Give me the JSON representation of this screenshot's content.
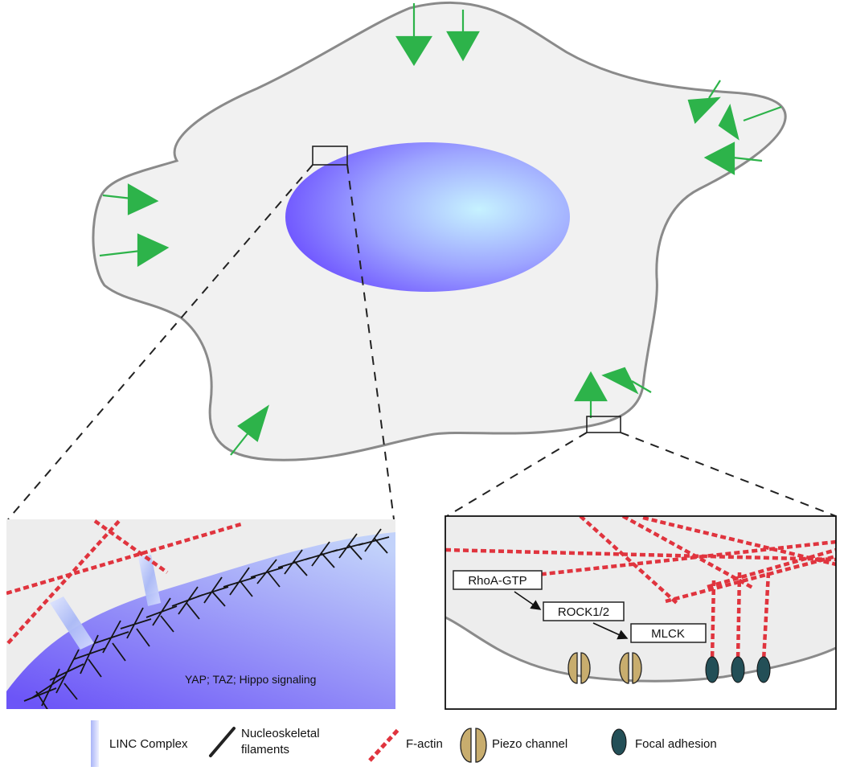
{
  "labels": {
    "nucleus_signaling": "YAP; TAZ; Hippo signaling",
    "rhoa": "RhoA-GTP",
    "rock": "ROCK1/2",
    "mlck": "MLCK"
  },
  "legend": {
    "linc": "LINC Complex",
    "nucleoskeletal_line1": "Nucleoskeletal",
    "nucleoskeletal_line2": "filaments",
    "factin": "F-actin",
    "piezo": "Piezo channel",
    "focal": "Focal adhesion"
  },
  "colors": {
    "arrow": "#2db34a",
    "factin": "#e0343e",
    "membrane": "#8a8a8a",
    "cell_fill": "#f1f1f1",
    "nucleus_light": "#c6f2ff",
    "nucleus_dark": "#6f55ff",
    "piezo": "#c8ad6e",
    "focal": "#234f57"
  }
}
